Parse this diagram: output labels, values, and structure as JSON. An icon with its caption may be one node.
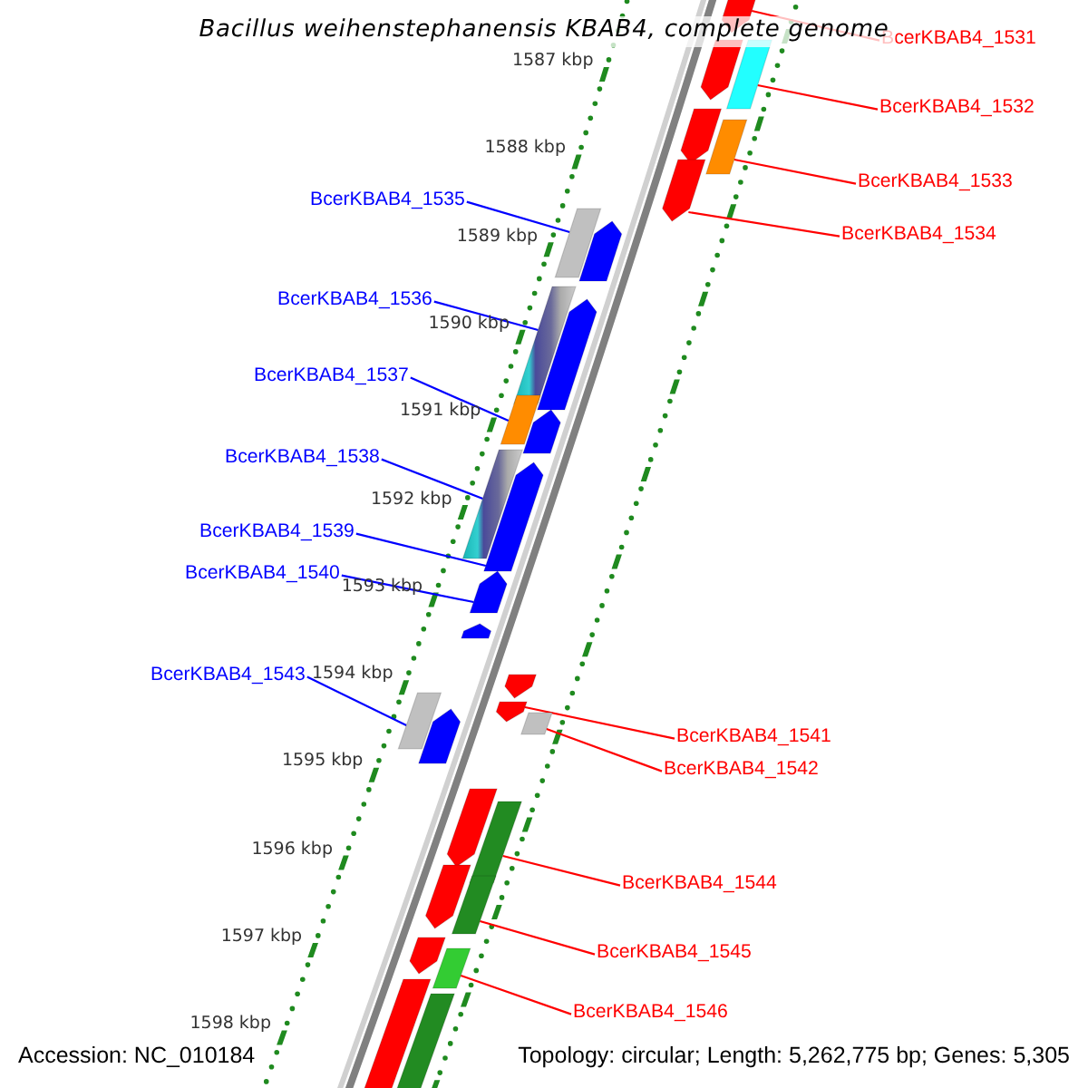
{
  "diagram": {
    "title": "Bacillus weihenstephanensis KBAB4, complete genome",
    "nodes": [
      {
        "text": [
          "BcerKBAB4_1531"
        ]
      },
      {
        "text": [
          "BcerKBAB4_1532"
        ]
      },
      {
        "text": [
          "BcerKBAB4_1533"
        ]
      },
      {
        "text": [
          "BcerKBAB4_1534"
        ]
      },
      {
        "text": [
          "BcerKBAB4_1535"
        ]
      },
      {
        "text": [
          "BcerKBAB4_1536"
        ]
      },
      {
        "text": [
          "BcerKBAB4_1537"
        ]
      },
      {
        "text": [
          "BcerKBAB4_1538"
        ]
      },
      {
        "text": [
          "BcerKBAB4_1539"
        ]
      },
      {
        "text": [
          "BcerKBAB4_1540"
        ]
      },
      {
        "text": [
          "BcerKBAB4_1543"
        ]
      },
      {
        "text": [
          "BcerKBAB4_1541"
        ]
      },
      {
        "text": [
          "BcerKBAB4_1542"
        ]
      },
      {
        "text": [
          "BcerKBAB4_1544"
        ]
      },
      {
        "text": [
          "BcerKBAB4_1545"
        ]
      },
      {
        "text": [
          "BcerKBAB4_1546"
        ]
      },
      {
        "text": [],
        "shape": "arrow"
      },
      {
        "text": [],
        "shape": "box"
      },
      {
        "text": [],
        "shape": "arrow"
      },
      {
        "text": [],
        "shape": "arrow"
      },
      {
        "text": [],
        "shape": "box"
      },
      {
        "text": [],
        "shape": "arrow"
      },
      {
        "text": [],
        "shape": "box"
      },
      {
        "text": [],
        "shape": "arrow"
      },
      {
        "text": [],
        "shape": "box"
      },
      {
        "text": [],
        "shape": "arrow"
      },
      {
        "text": [],
        "shape": "box"
      },
      {
        "text": [],
        "shape": "arrow"
      },
      {
        "text": [],
        "shape": "box"
      },
      {
        "text": [],
        "shape": "arrow"
      },
      {
        "text": [],
        "shape": "arrow"
      },
      {
        "text": [],
        "shape": "arrow"
      },
      {
        "text": [],
        "shape": "arrow"
      },
      {
        "text": [],
        "shape": "box"
      },
      {
        "text": [],
        "shape": "arrow"
      },
      {
        "text": [],
        "shape": "arrow"
      },
      {
        "text": [],
        "shape": "box"
      },
      {
        "text": [],
        "shape": "arrow"
      },
      {
        "text": [],
        "shape": "box"
      },
      {
        "text": [],
        "shape": "arrow"
      },
      {
        "text": [],
        "shape": "box"
      },
      {
        "text": [],
        "shape": "arrow"
      },
      {
        "text": [],
        "shape": "box"
      },
      {
        "text": [],
        "shape": "arrow"
      },
      {
        "text": [],
        "shape": "box"
      }
    ],
    "edges": [
      {
        "from": 0,
        "to": 16,
        "arrow": "none"
      },
      {
        "from": 1,
        "to": 17,
        "arrow": "none"
      },
      {
        "from": 2,
        "to": 20,
        "arrow": "none"
      },
      {
        "from": 3,
        "to": 21,
        "arrow": "none"
      },
      {
        "from": 4,
        "to": 22,
        "arrow": "none",
        "color": "#0000ff"
      },
      {
        "from": 5,
        "to": 24,
        "arrow": "none",
        "color": "#0000ff"
      },
      {
        "from": 6,
        "to": 26,
        "arrow": "none",
        "color": "#0000ff"
      },
      {
        "from": 7,
        "to": 28,
        "arrow": "none",
        "color": "#0000ff"
      },
      {
        "from": 8,
        "to": 29,
        "arrow": "none",
        "color": "#0000ff"
      },
      {
        "from": 9,
        "to": 30,
        "arrow": "none",
        "color": "#0000ff"
      },
      {
        "from": 10,
        "to": 33,
        "arrow": "none",
        "color": "#0000ff"
      },
      {
        "from": 11,
        "to": 34,
        "arrow": "none"
      },
      {
        "from": 12,
        "to": 36,
        "arrow": "none"
      },
      {
        "from": 13,
        "to": 38,
        "arrow": "none"
      },
      {
        "from": 14,
        "to": 40,
        "arrow": "none"
      },
      {
        "from": 15,
        "to": 42,
        "arrow": "none"
      }
    ],
    "labels": [
      "1587 kbp",
      "1588 kbp",
      "1589 kbp",
      "1590 kbp",
      "1591 kbp",
      "1592 kbp",
      "1593 kbp",
      "1594 kbp",
      "1595 kbp",
      "1596 kbp",
      "1597 kbp",
      "1598 kbp",
      "Accession: NC_010184",
      "Topology: circular; Length: 5,262,775 bp; Genes: 5,305"
    ]
  }
}
